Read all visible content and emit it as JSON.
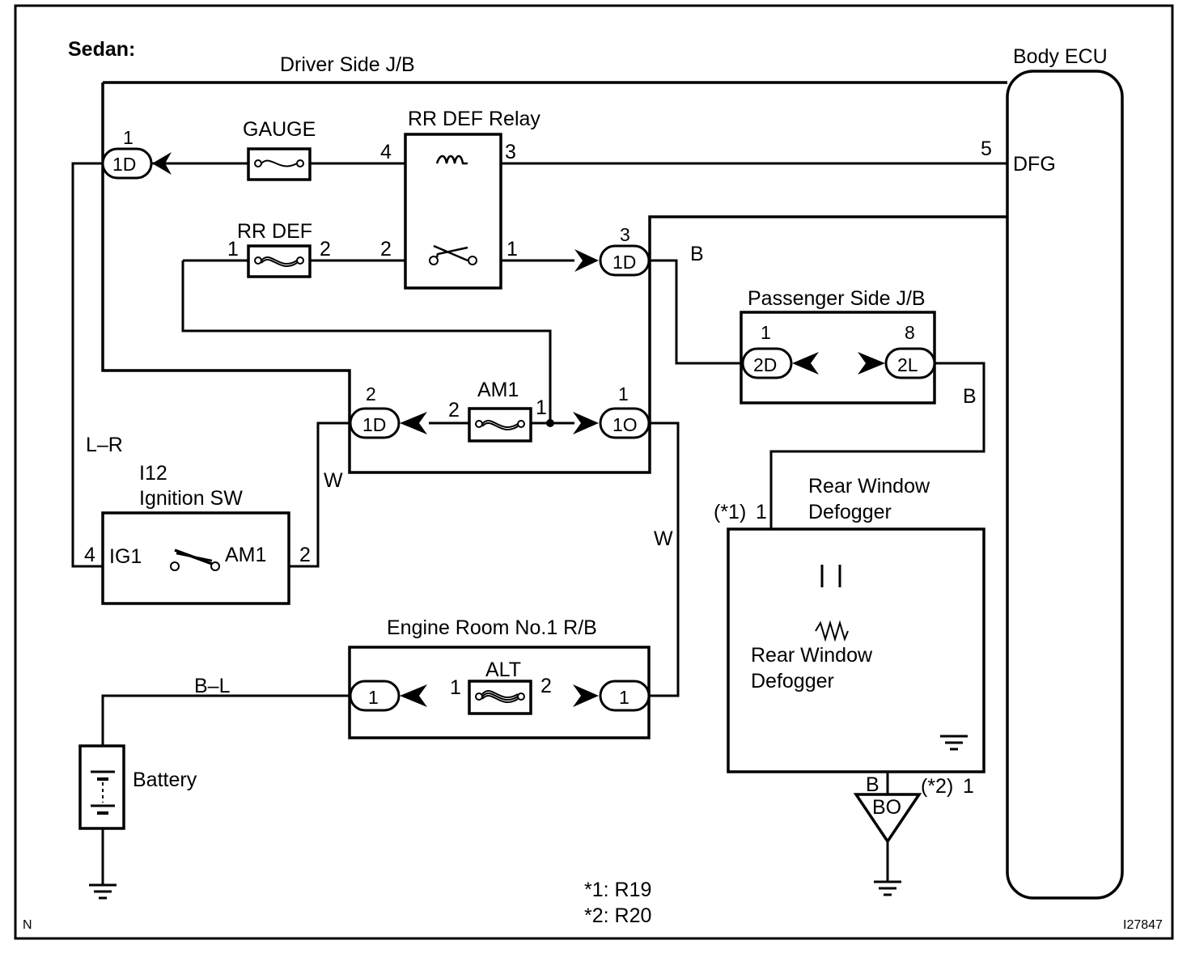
{
  "header": {
    "variant": "Sedan:"
  },
  "footer": {
    "corner_left": "N",
    "figure_id": "I27847",
    "note1": "*1: R19",
    "note2": "*2: R20"
  },
  "components": {
    "driver_jb": "Driver Side J/B",
    "body_ecu": "Body ECU",
    "dfg_terminal": "DFG",
    "dfg_pin": "5",
    "gauge_fuse": "GAUGE",
    "relay": "RR DEF Relay",
    "relay_pin4": "4",
    "relay_pin3": "3",
    "relay_pin2": "2",
    "relay_pin1": "1",
    "rrdef_fuse": "RR DEF",
    "rrdef_pin1": "1",
    "rrdef_pin2": "2",
    "am1_fuse": "AM1",
    "am1_pin2": "2",
    "am1_pin1": "1",
    "passenger_jb": "Passenger Side J/B",
    "ign_id": "I12",
    "ign_name": "Ignition SW",
    "ign_ig1": "IG1",
    "ign_am1": "AM1",
    "ign_pin4": "4",
    "ign_pin2": "2",
    "engine_rb": "Engine Room No.1 R/B",
    "alt_fuse": "ALT",
    "alt_pin1": "1",
    "alt_pin2": "2",
    "defogger_label_line1": "Rear Window",
    "defogger_label_line2": "Defogger",
    "defogger_conn_ref": "(*1)",
    "defogger_conn_pin": "1",
    "heater_label_line1": "Rear Window",
    "heater_label_line2": "Defogger",
    "battery": "Battery",
    "ground_bo": "BO",
    "bo_ref": "(*2)",
    "bo_pin": "1"
  },
  "connectors": {
    "c_1d_left": {
      "code": "1D",
      "pin": "1"
    },
    "c_1d_right": {
      "code": "1D",
      "pin": "3"
    },
    "c_1d_mid": {
      "code": "1D",
      "pin": "2"
    },
    "c_1o": {
      "code": "1O",
      "pin": "1"
    },
    "c_2d": {
      "code": "2D",
      "pin": "1"
    },
    "c_2l": {
      "code": "2L",
      "pin": "8"
    },
    "c_er_left": {
      "code": "1"
    },
    "c_er_right": {
      "code": "1"
    }
  },
  "wire_colors": {
    "ig_feed": "L–R",
    "am1_w": "W",
    "alt_w": "W",
    "battery_bl": "B–L",
    "pjb_in": "B",
    "pjb_out": "B",
    "heater_gnd": "B"
  }
}
